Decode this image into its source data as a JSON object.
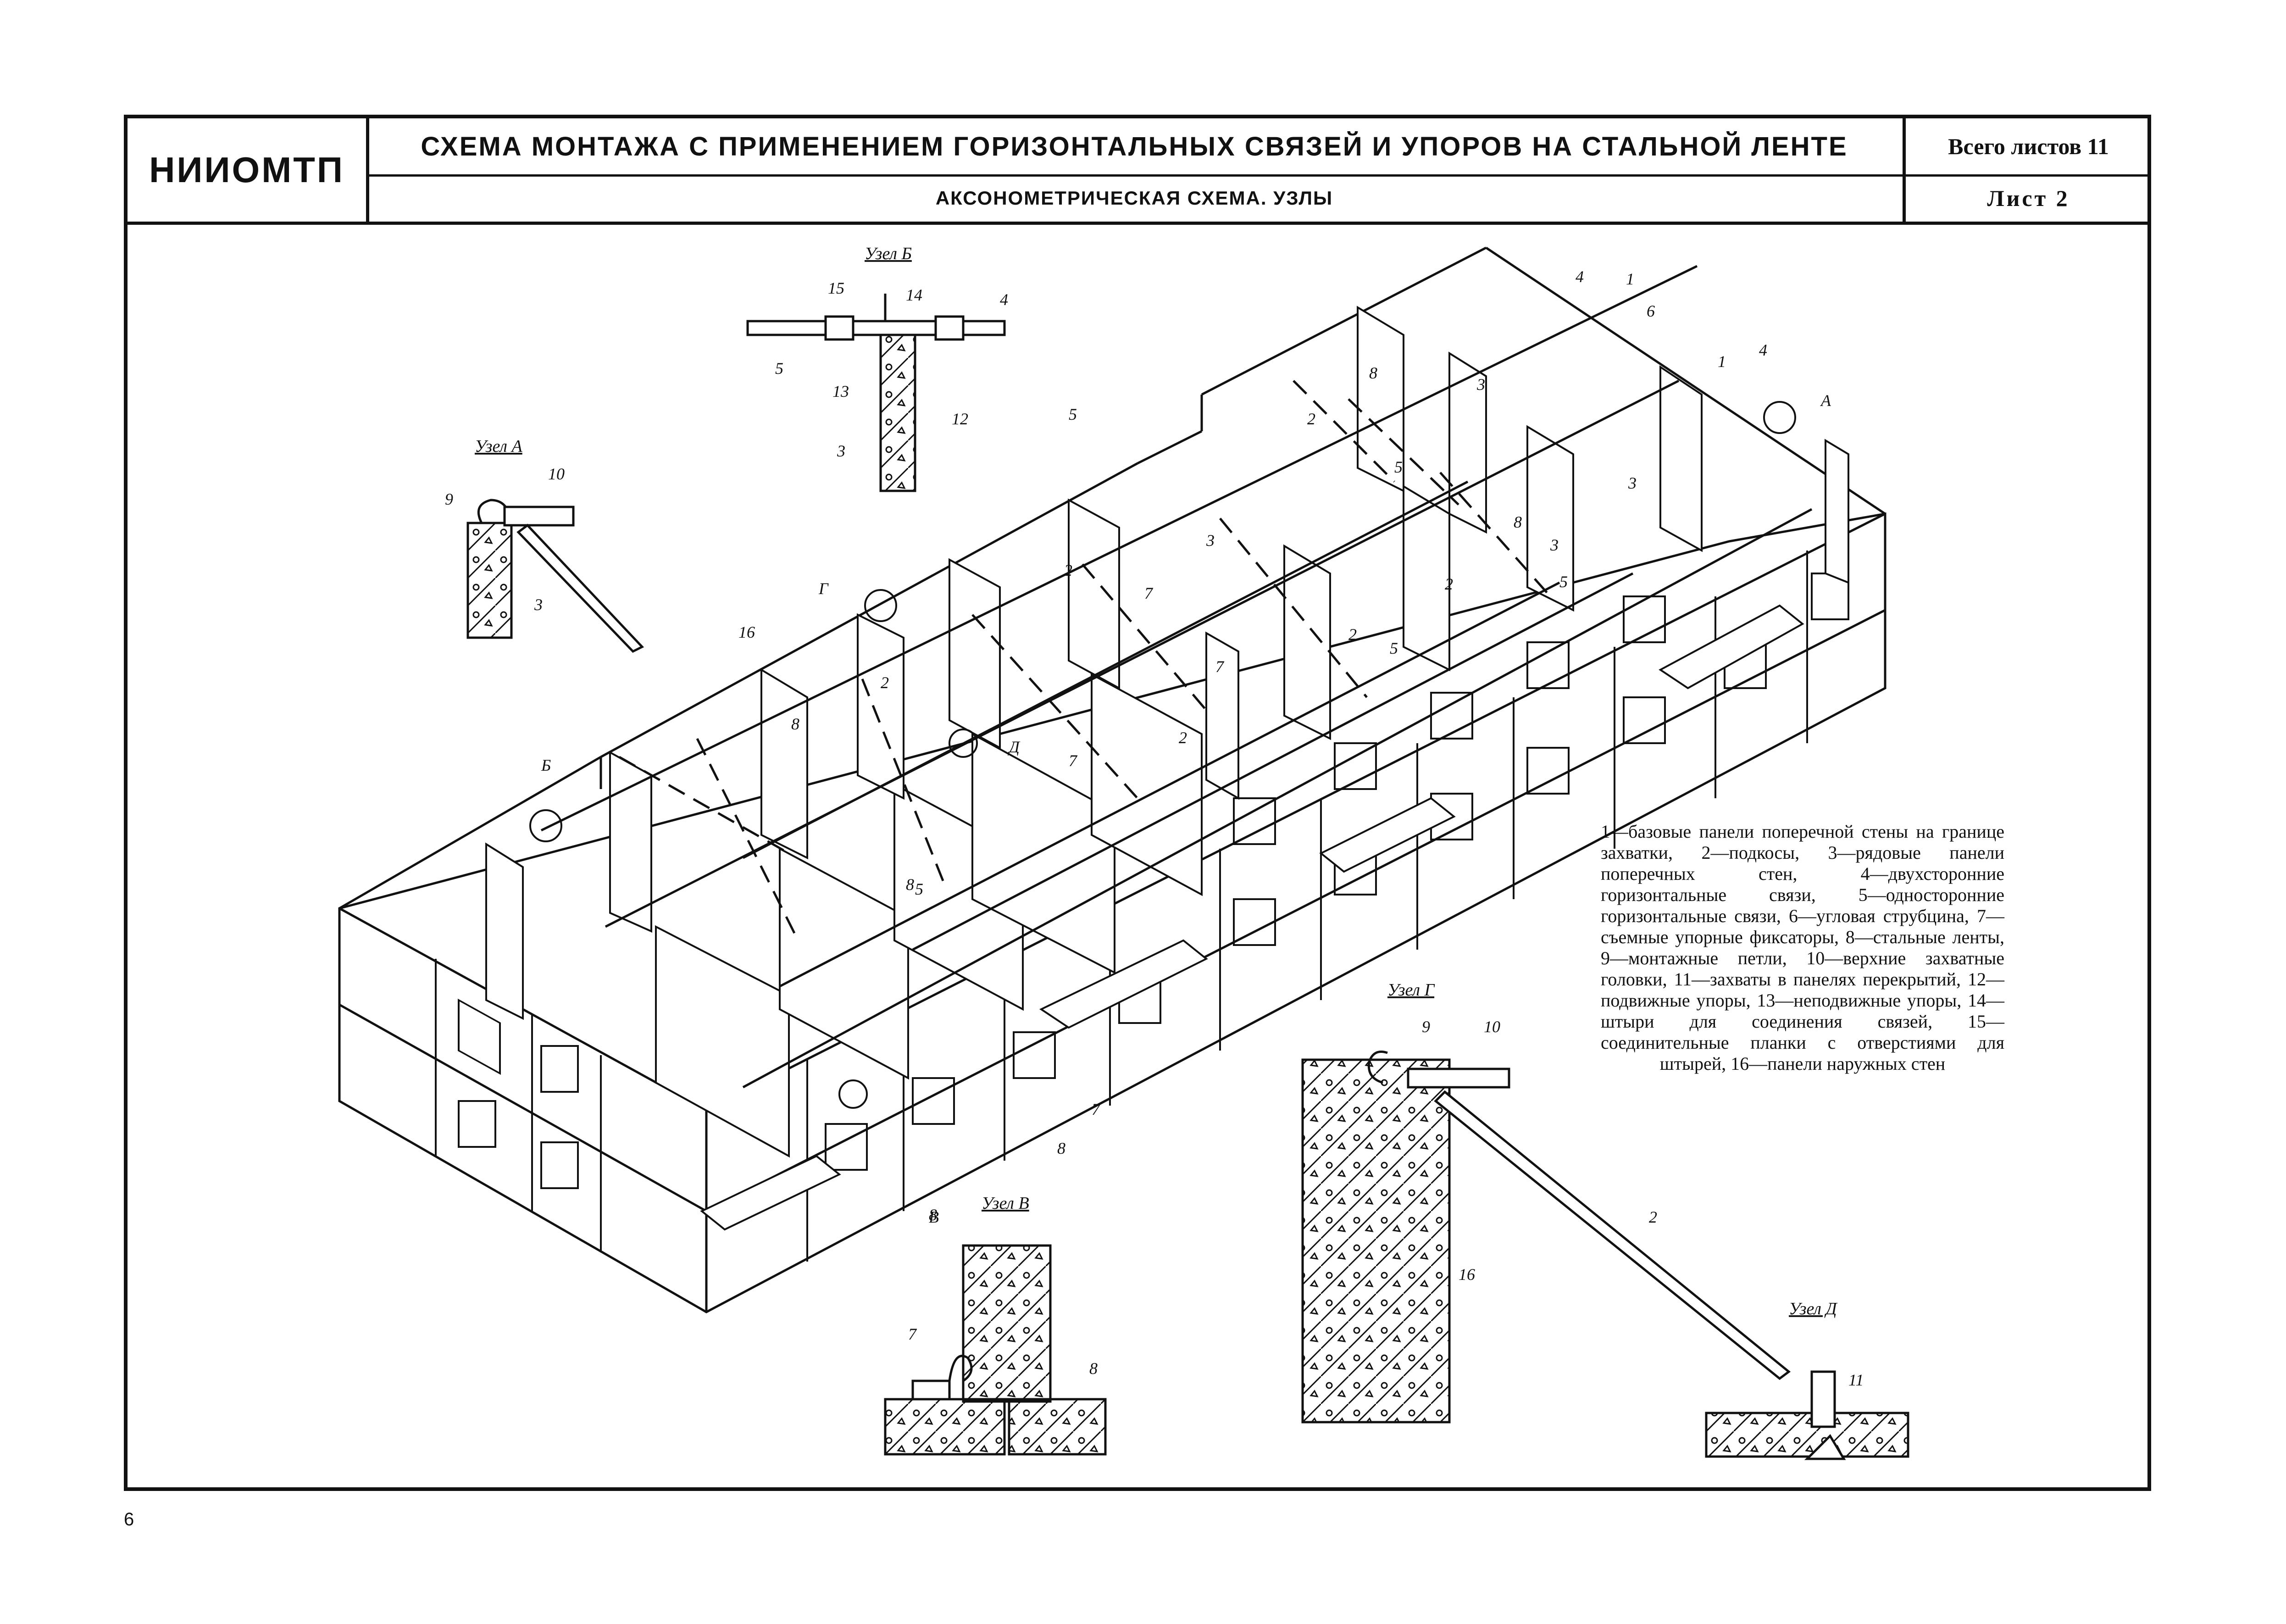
{
  "header": {
    "org": "НИИОМТП",
    "title": "СХЕМА МОНТАЖА С ПРИМЕНЕНИЕМ ГОРИЗОНТАЛЬНЫХ СВЯЗЕЙ И УПОРОВ НА СТАЛЬНОЙ ЛЕНТЕ",
    "subtitle": "АКСОНОМЕТРИЧЕСКАЯ СХЕМА. УЗЛЫ",
    "sheets_total": "Всего листов 11",
    "sheet": "Лист 2"
  },
  "nodes": {
    "a": "Узел А",
    "b": "Узел Б",
    "v": "Узел В",
    "g": "Узел Г",
    "d": "Узел Д"
  },
  "callouts": {
    "n1": "1",
    "n2": "2",
    "n3": "3",
    "n4": "4",
    "n5": "5",
    "n6": "6",
    "n7": "7",
    "n8": "8",
    "n9": "9",
    "n10": "10",
    "n11": "11",
    "n12": "12",
    "n13": "13",
    "n14": "14",
    "n15": "15",
    "n16": "16",
    "lA": "А",
    "lB": "Б",
    "lV": "В",
    "lG": "Г",
    "lD": "Д"
  },
  "legend": "1—базовые панели поперечной стены на границе захватки, 2—подкосы, 3—рядовые панели поперечных стен, 4—двухсторонние горизонтальные связи, 5—односторонние горизонтальные связи, 6—угловая струбцина, 7—съемные упорные фиксаторы, 8—стальные ленты, 9—монтажные петли, 10—верхние захватные головки, 11—захваты в панелях перекрытий, 12—подвижные упоры, 13—неподвижные упоры, 14—штыри для соединения связей, 15—соединительные планки с отверстиями для штырей, 16—панели наружных стен",
  "page_number": "6"
}
